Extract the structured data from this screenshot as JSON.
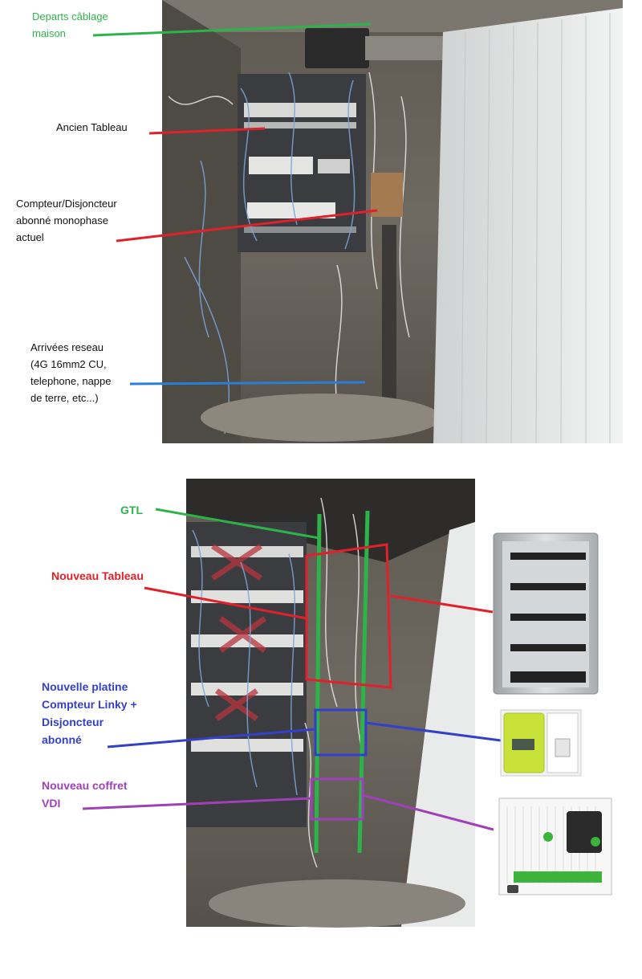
{
  "top_annotations": {
    "departs_cablage_line1": "Departs câblage",
    "departs_cablage_line2": "maison",
    "ancien_tableau": "Ancien Tableau",
    "compteur_line1": "Compteur/Disjoncteur",
    "compteur_line2": "abonné monophase",
    "compteur_line3": "actuel",
    "arrivees_line1": "Arrivées reseau",
    "arrivees_line2": "(4G 16mm2 CU,",
    "arrivees_line3": "telephone, nappe",
    "arrivees_line4": "de terre, etc...)"
  },
  "bottom_annotations": {
    "gtl": "GTL",
    "nouveau_tableau": "Nouveau Tableau",
    "platine_line1": "Nouvelle platine",
    "platine_line2": "Compteur Linky +",
    "platine_line3": "Disjoncteur",
    "platine_line4": "abonné",
    "vdi_line1": "Nouveau coffret",
    "vdi_line2": "VDI"
  },
  "colors": {
    "green": "#2db34a",
    "red": "#e0202a",
    "blue": "#2a7fd4",
    "navy": "#3340c8",
    "purple": "#a040b8",
    "linky_green": "#c8e23a"
  }
}
